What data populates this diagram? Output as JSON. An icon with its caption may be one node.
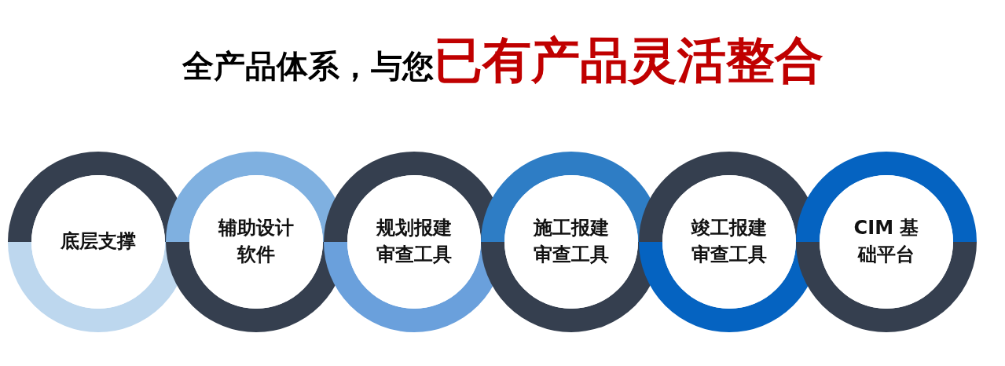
{
  "diagram": {
    "title": "全产品体系，与您**已有产品灵活整合**",
    "nodes": [
      {
        "text": [
          "底层支撑"
        ]
      },
      {
        "text": [
          "辅助设计软件"
        ]
      },
      {
        "text": [
          "规划报建审查工具"
        ]
      },
      {
        "text": [
          "施工报建审查工具"
        ]
      },
      {
        "text": [
          "竣工报建审查工具"
        ]
      },
      {
        "text": [
          "CIM 基础平台"
        ]
      }
    ]
  }
}
